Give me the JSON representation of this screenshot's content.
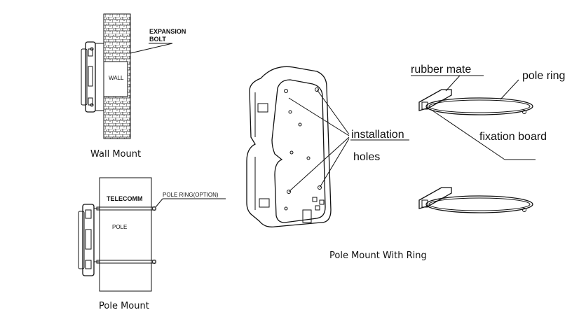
{
  "captions": {
    "wall_mount": "Wall Mount",
    "pole_mount": "Pole Mount",
    "pole_mount_ring": "Pole Mount With Ring"
  },
  "wall_mount": {
    "expansion_bolt_line1": "EXPANSION",
    "expansion_bolt_line2": "BOLT",
    "wall": "WALL"
  },
  "pole_mount": {
    "telecomm": "TELECOMM",
    "pole_ring_option": "POLE RING(OPTION)",
    "pole": "POLE"
  },
  "installation": {
    "line1": "installation",
    "line2": "holes"
  },
  "ring_parts": {
    "rubber_mate": "rubber mate",
    "pole_ring": "pole ring",
    "fixation_board": "fixation board"
  }
}
